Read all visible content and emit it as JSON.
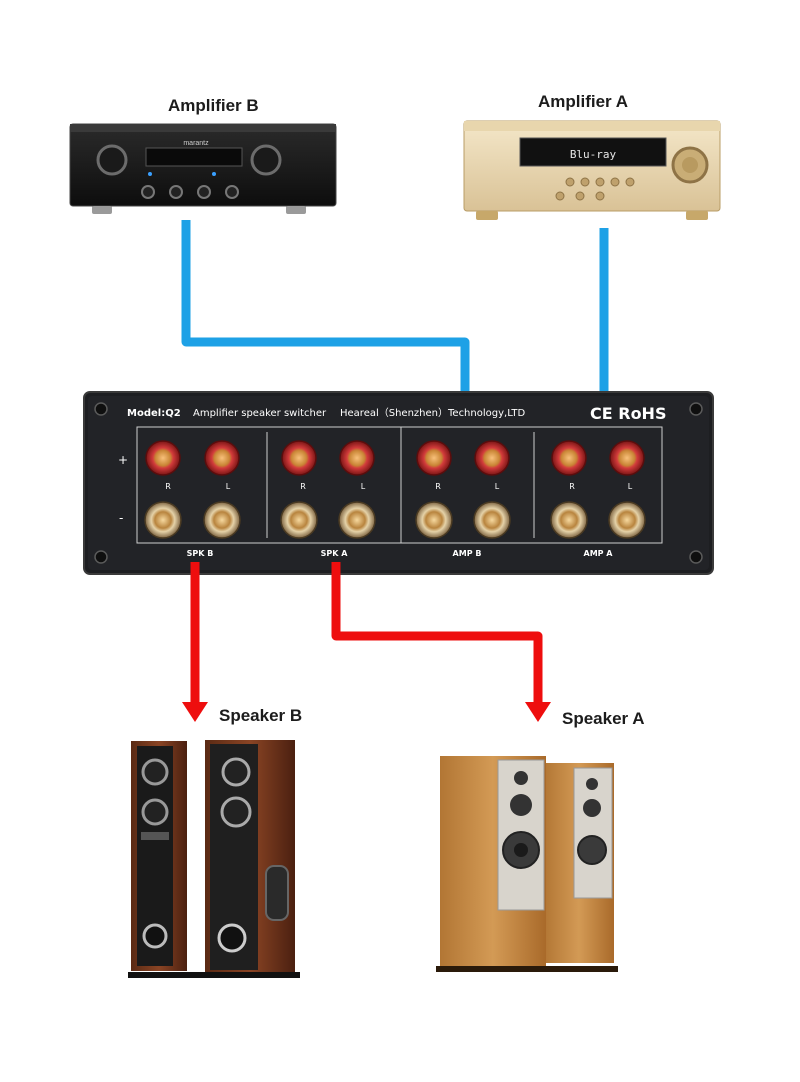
{
  "labels": {
    "amp_b": "Amplifier B",
    "amp_a": "Amplifier A",
    "speaker_b": "Speaker B",
    "speaker_a": "Speaker A"
  },
  "switcher": {
    "model": "Model:Q2",
    "description": "Amplifier speaker switcher",
    "maker": "Heareal（Shenzhen）Technology,LTD",
    "cert": "CE RoHS",
    "plus": "+",
    "minus": "-",
    "groups": [
      "SPK B",
      "SPK A",
      "AMP B",
      "AMP A"
    ],
    "channel_right": "R",
    "channel_left": "L"
  },
  "amp_b_display": "marantz",
  "amp_a_display": "Blu-ray",
  "colors": {
    "input_arrow": "#1ea1e6",
    "output_arrow": "#ee0e0e",
    "panel": "#1d1e21"
  }
}
